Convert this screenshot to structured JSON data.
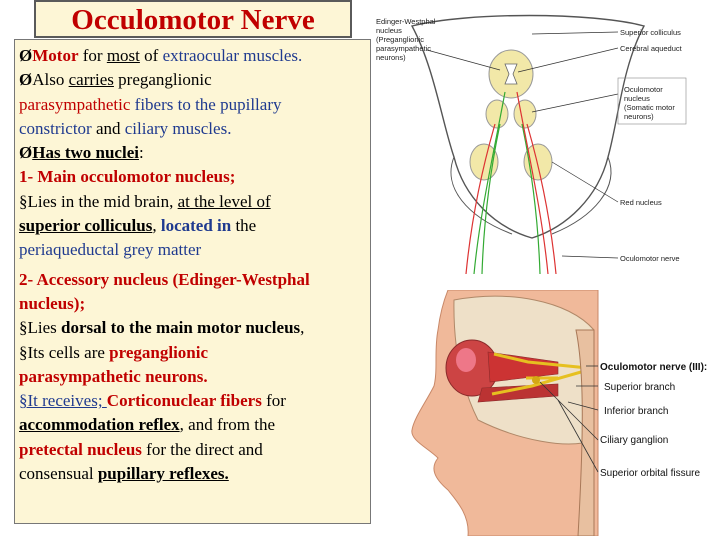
{
  "title": "Occulomotor Nerve",
  "text": {
    "l1_arrow": "Ø",
    "l1_a": "Motor",
    "l1_b": " for ",
    "l1_c": "most",
    "l1_d": " of ",
    "l1_e": "extraocular muscles.",
    "l2_arrow": "Ø",
    "l2_a": "Also ",
    "l2_b": "carries",
    "l2_c": " preganglionic",
    "l3_a": "parasympathetic",
    "l3_b": " fibers to the pupillary",
    "l4_a": "constrictor",
    "l4_b": " and ",
    "l4_c": "ciliary muscles.",
    "l5_arrow": "Ø",
    "l5_a": "Has two nuclei",
    "l5_b": ":",
    "l6": "1- Main occulomotor nucleus;",
    "l7_a": "§Lies in the mid brain, ",
    "l7_b": "at the level of",
    "l8_a": "superior colliculus",
    "l8_b": ", ",
    "l8_c": "located in",
    "l8_d": " the",
    "l9": "periaqueductal grey matter",
    "l10": "2- Accessory nucleus (Edinger-Westphal",
    "l11": "nucleus);",
    "l12_a": "§Lies ",
    "l12_b": "dorsal to the main motor nucleus",
    "l12_c": ",",
    "l13_a": "§Its cells are ",
    "l13_b": "preganglionic",
    "l14": "parasympathetic neurons.",
    "l15_a": "§It receives; ",
    "l15_b": "Corticonuclear fibers",
    "l15_c": " for",
    "l16_a": "accommodation reflex",
    "l16_b": ", and from the",
    "l17_a": "pretectal nucleus",
    "l17_b": "  for the direct and",
    "l18_a": "consensual ",
    "l18_b": "pupillary reflexes."
  },
  "diagram_top": {
    "label_ew_1": "Edinger-Westphal",
    "label_ew_2": "nucleus",
    "label_ew_3": "(Preganglionic",
    "label_ew_4": "parasympathetic",
    "label_ew_5": "neurons)",
    "label_sc": "Superior colliculus",
    "label_ca": "Cerebral aqueduct",
    "label_on_1": "Oculomotor",
    "label_on_2": "nucleus",
    "label_on_3": "(Somatic motor",
    "label_on_4": "neurons)",
    "label_rn": "Red nucleus",
    "label_nerve": "Oculomotor nerve"
  },
  "diagram_bottom": {
    "label_nerve": "Oculomotor nerve (III):",
    "label_sup": "Superior branch",
    "label_inf": "Inferior branch",
    "label_cg": "Ciliary ganglion",
    "label_sof": "Superior orbital fissure"
  },
  "colors": {
    "title_red": "#c00000",
    "text_blue": "#1f3a8f",
    "box_bg": "#fdf6d6"
  }
}
